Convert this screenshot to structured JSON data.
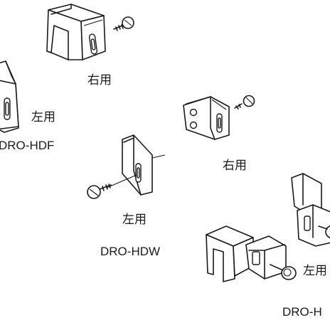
{
  "labels": {
    "right_use_top": "右用",
    "left_use_left": "左用",
    "model_hdf": "DRO-HDF",
    "right_use_mid": "右用",
    "left_use_center": "左用",
    "model_hdw": "DRO-HDW",
    "left_use_bottom_right": "左用",
    "model_bottom_right": "DRO-H"
  },
  "parts": {
    "bracket_icon": "bracket-icon",
    "screw_icon": "screw-icon",
    "stop_pin_icon": "stop-pin-icon"
  },
  "colors": {
    "line": "#1a1a1a",
    "background": "#ffffff"
  }
}
